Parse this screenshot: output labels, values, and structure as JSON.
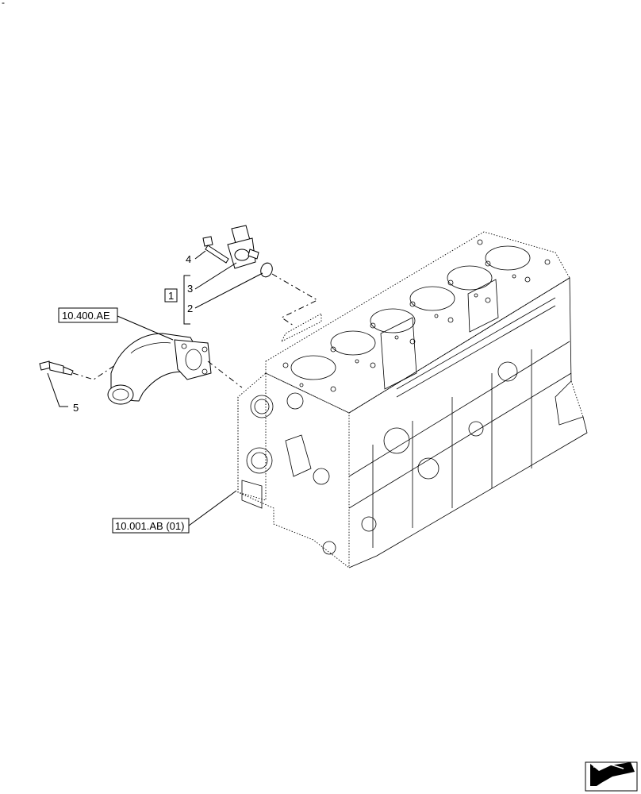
{
  "corner_mark": "-",
  "references": {
    "top_left": "10.400.AE",
    "bottom_left": "10.001.AB (01)"
  },
  "callouts": {
    "kit": "1",
    "item_2": "2",
    "item_3": "3",
    "item_4": "4",
    "item_5": "5"
  },
  "nav_icon": "next-page-arrow-icon"
}
